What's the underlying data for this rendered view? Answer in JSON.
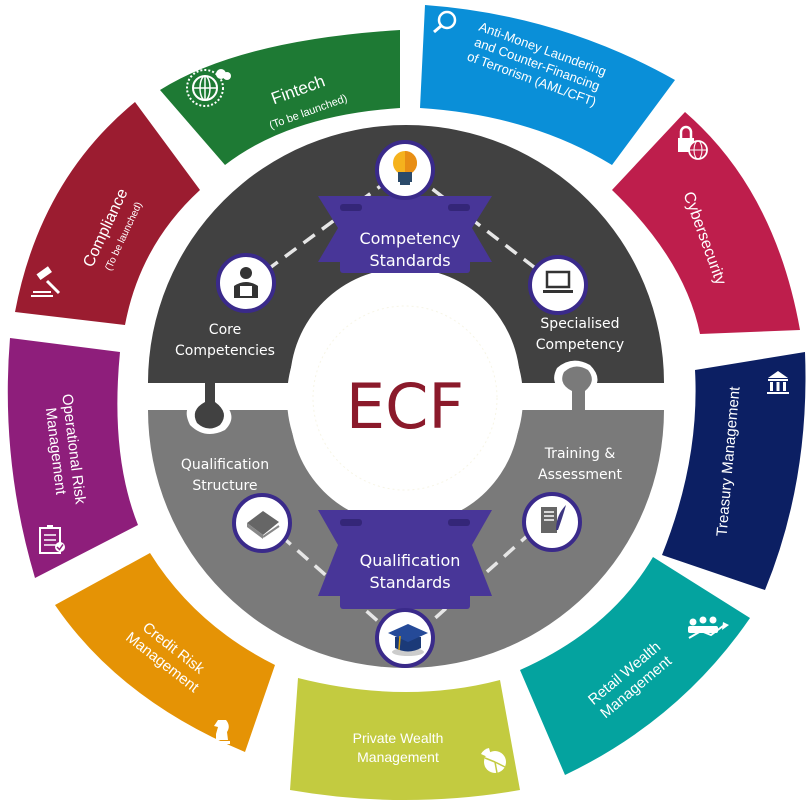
{
  "center": {
    "title": "ECF",
    "title_color": "#8b1a2b"
  },
  "inner_ring": {
    "top": {
      "color": "#414141",
      "banner": {
        "line1": "Competency",
        "line2": "Standards",
        "color": "#483698"
      },
      "nodes": [
        {
          "id": "core-competencies",
          "icon": "person-reading-icon",
          "line1": "Core",
          "line2": "Competencies"
        },
        {
          "id": "competency-standards",
          "icon": "lightbulb-icon"
        },
        {
          "id": "specialised-competency",
          "icon": "laptop-icon",
          "line1": "Specialised",
          "line2": "Competency"
        }
      ]
    },
    "bottom": {
      "color": "#7a7a7a",
      "banner": {
        "line1": "Qualification",
        "line2": "Standards",
        "color": "#483698"
      },
      "nodes": [
        {
          "id": "qualification-structure",
          "icon": "book-icon",
          "line1": "Qualification",
          "line2": "Structure"
        },
        {
          "id": "qualification-standards",
          "icon": "graduation-cap-icon"
        },
        {
          "id": "training-assessment",
          "icon": "document-quill-icon",
          "line1": "Training &",
          "line2": "Assessment"
        }
      ]
    }
  },
  "outer_ring": {
    "segments": [
      {
        "id": "fintech",
        "lines": [
          "Fintech"
        ],
        "sub": "(To be launched)",
        "color": "#1e7a34",
        "icon": "globe-cloud-icon"
      },
      {
        "id": "aml-cft",
        "lines": [
          "Anti-Money Laundering",
          "and Counter-Financing",
          "of Terrorism (AML/CFT)"
        ],
        "color": "#0a8fd8",
        "icon": "magnifier-icon"
      },
      {
        "id": "cybersecurity",
        "lines": [
          "Cybersecurity"
        ],
        "color": "#be1e4c",
        "icon": "lock-globe-icon"
      },
      {
        "id": "treasury-management",
        "lines": [
          "Treasury Management"
        ],
        "color": "#0c1f63",
        "icon": "bank-icon"
      },
      {
        "id": "retail-wealth-management",
        "lines": [
          "Retail Wealth",
          "Management"
        ],
        "color": "#04a39f",
        "icon": "people-growth-icon"
      },
      {
        "id": "private-wealth-management",
        "lines": [
          "Private Wealth",
          "Management"
        ],
        "color": "#c3cb40",
        "icon": "pie-chart-icon"
      },
      {
        "id": "credit-risk-management",
        "lines": [
          "Credit Risk",
          "Management"
        ],
        "color": "#e59305",
        "icon": "chess-knight-icon"
      },
      {
        "id": "operational-risk-management",
        "lines": [
          "Operational Risk",
          "Management"
        ],
        "color": "#8e1e7b",
        "icon": "clipboard-check-icon"
      },
      {
        "id": "compliance",
        "lines": [
          "Compliance"
        ],
        "sub": "(To be launched)",
        "color": "#9b1c30",
        "icon": "gavel-icon"
      }
    ]
  }
}
